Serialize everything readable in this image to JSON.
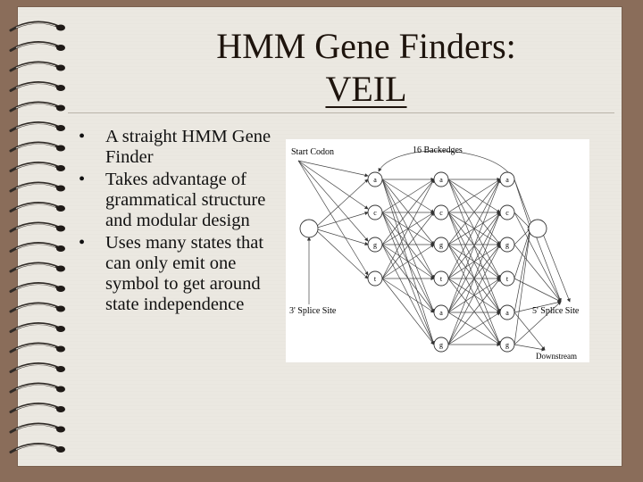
{
  "slide": {
    "title_line1": "HMM Gene Finders:",
    "title_line2": "VEIL",
    "bullets": [
      "A straight HMM Gene Finder",
      "Takes advantage of grammatical structure and modular design",
      "Uses many states that can only emit one symbol to get around state independence"
    ]
  },
  "diagram": {
    "labels": {
      "start_codon": "Start Codon",
      "backedges": "16 Backedges",
      "splice3": "3' Splice Site",
      "splice5": "5' Splice Site",
      "downstream": "Downstream"
    },
    "columns": [
      [
        "a",
        "c",
        "g",
        "t"
      ],
      [
        "a",
        "c",
        "g",
        "t",
        "a",
        "g"
      ],
      [
        "a",
        "c",
        "g",
        "t",
        "a",
        "g"
      ]
    ]
  },
  "colors": {
    "background": "#8a6d5a",
    "page": "#ebe8e1",
    "title": "#1e140d"
  }
}
